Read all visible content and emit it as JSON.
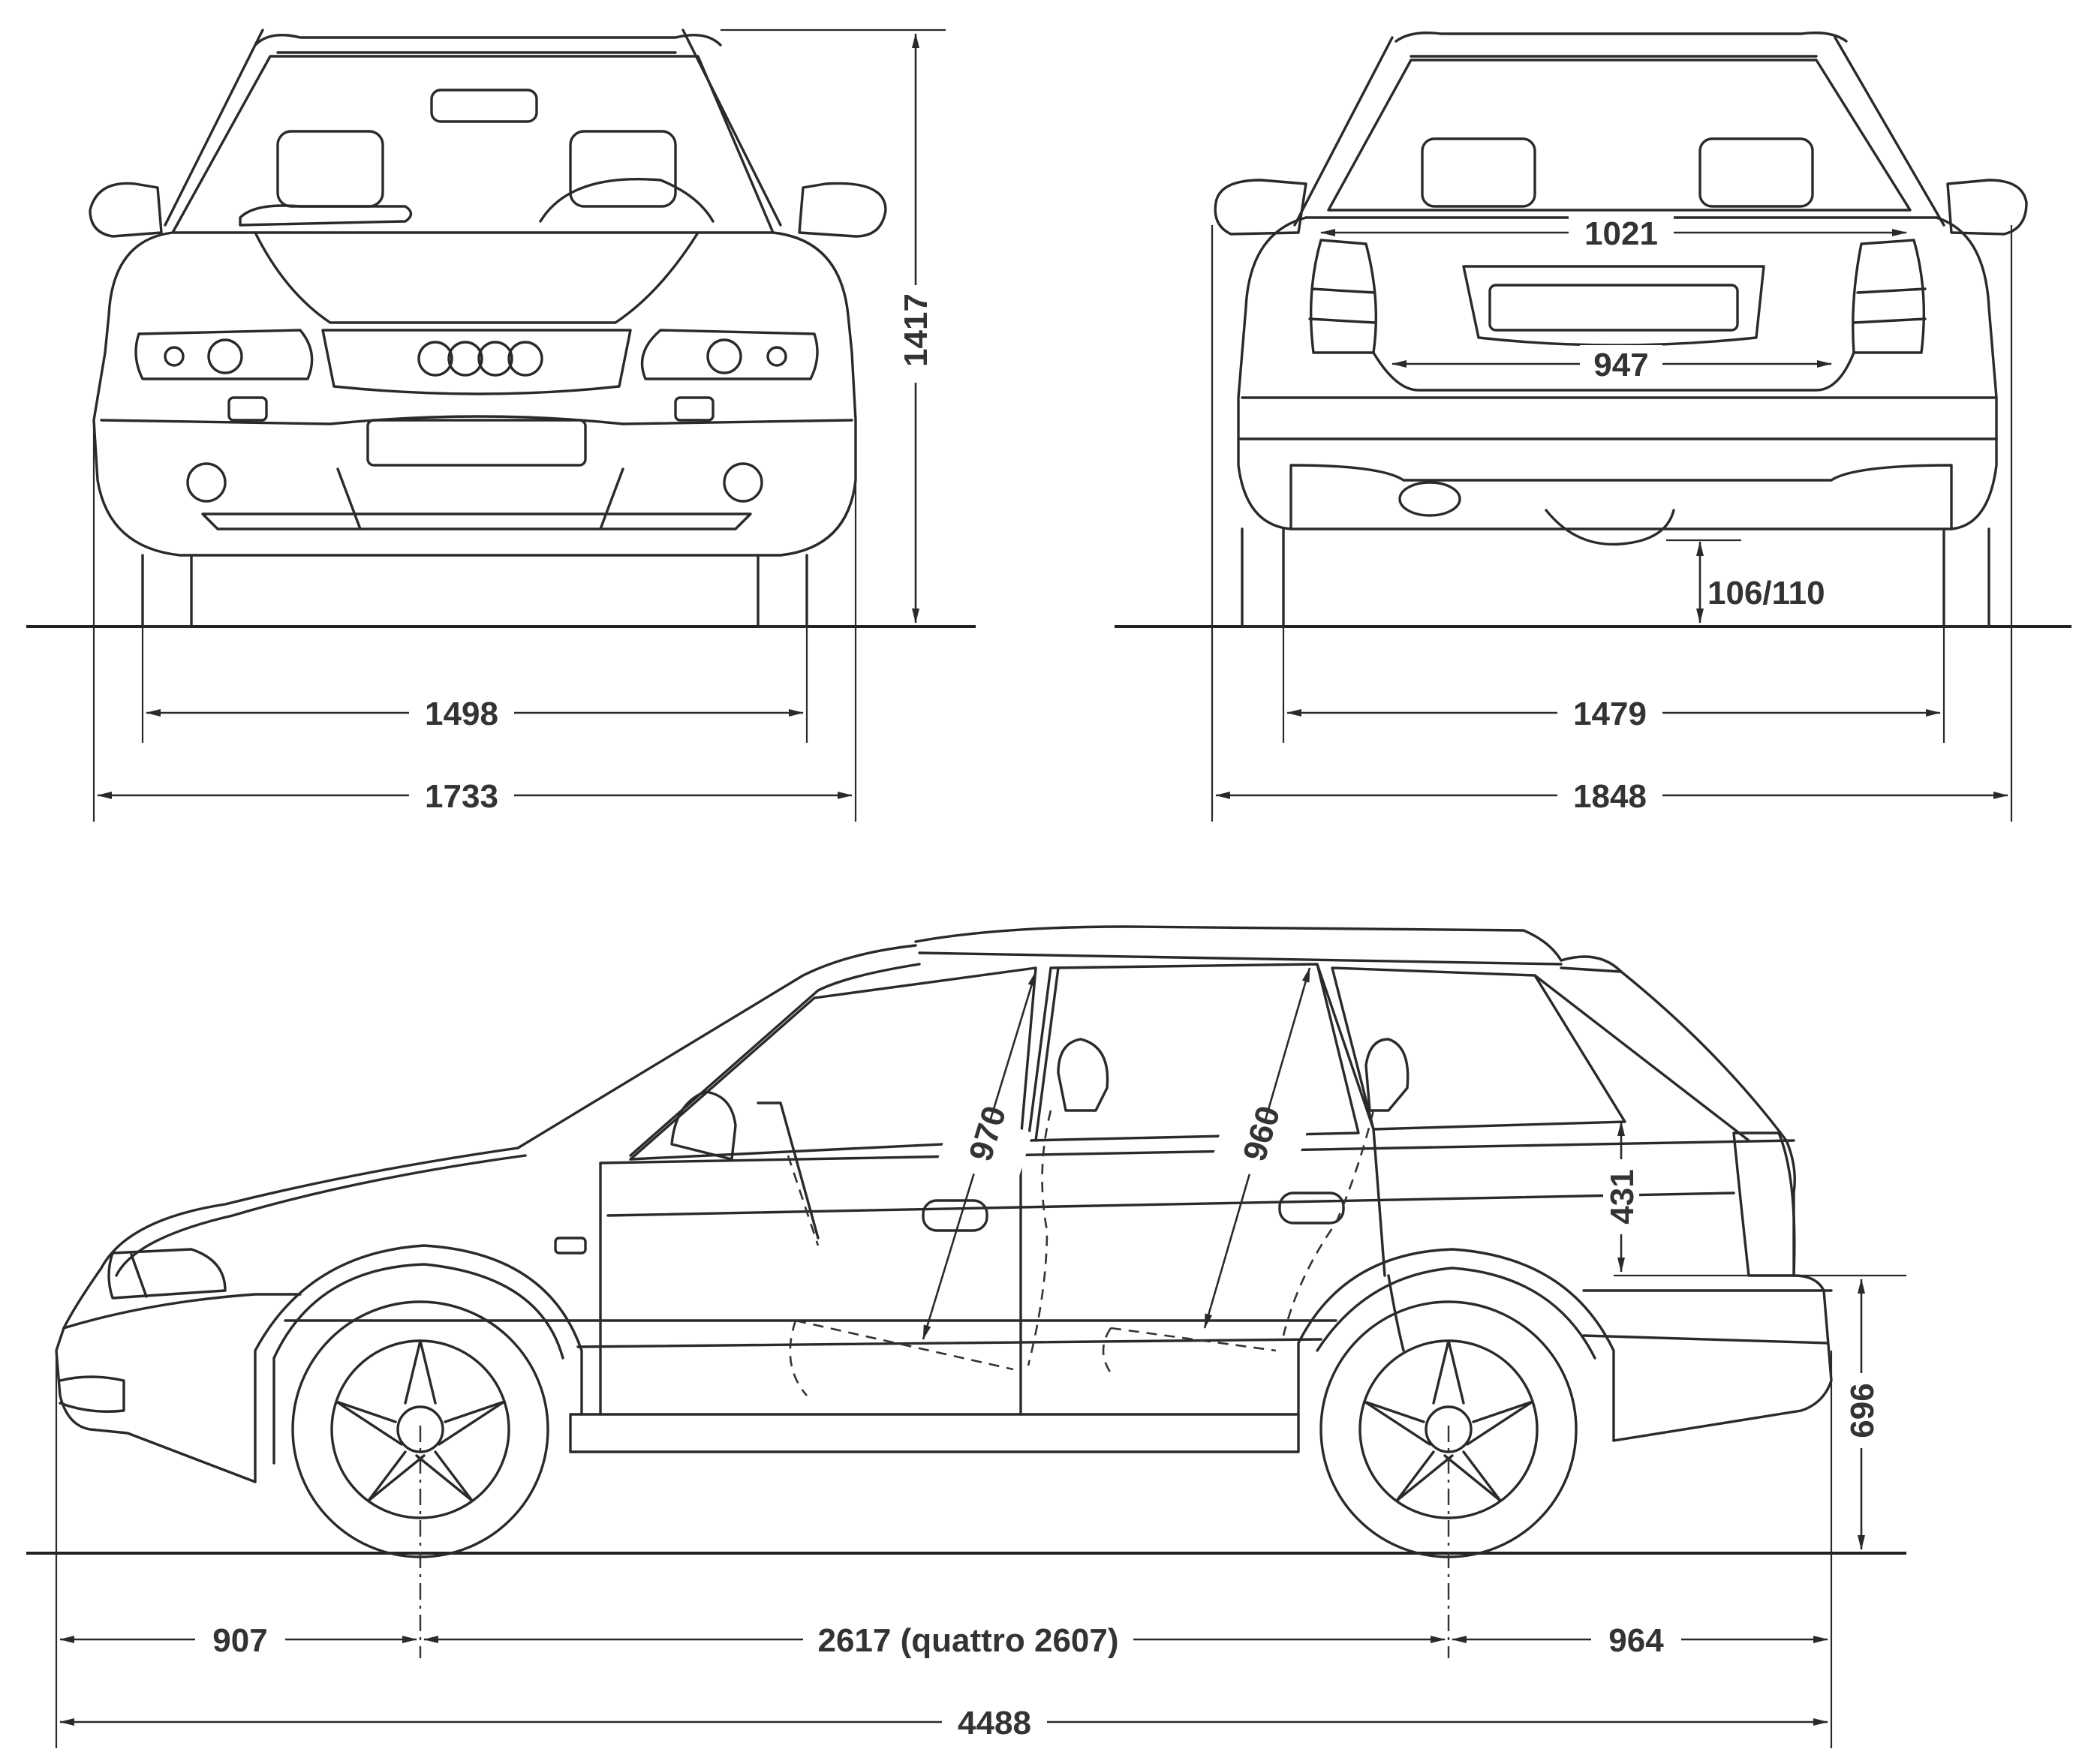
{
  "front_view": {
    "dims": {
      "height": "1417",
      "track": "1498",
      "width": "1733"
    }
  },
  "rear_view": {
    "dims": {
      "tailgate_upper": "1021",
      "tailgate_lower": "947",
      "ground_clearance": "106/110",
      "track": "1479",
      "width_mirrors": "1848"
    }
  },
  "side_view": {
    "dims": {
      "front_headroom": "970",
      "rear_headroom": "960",
      "load_height": "431",
      "loading_sill": "696",
      "front_overhang": "907",
      "wheelbase": "2617 (quattro 2607)",
      "rear_overhang": "964",
      "length": "4488"
    }
  },
  "colors": {
    "line": "#2a2a2a",
    "background": "#ffffff"
  }
}
